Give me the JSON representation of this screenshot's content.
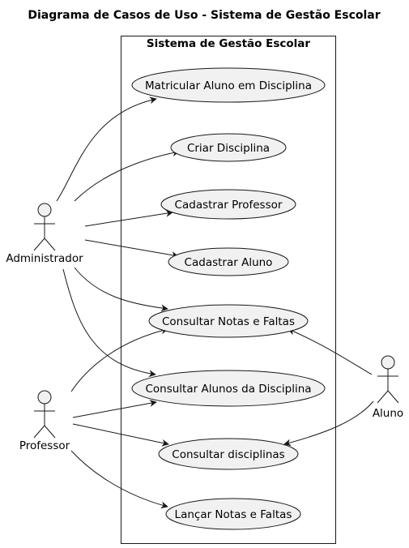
{
  "diagram": {
    "title": "Diagrama de Casos de Uso - Sistema de Gestão Escolar",
    "system_name": "Sistema de Gestão Escolar",
    "actors": {
      "admin": "Administrador",
      "professor": "Professor",
      "aluno": "Aluno"
    },
    "use_cases": {
      "matricular": "Matricular Aluno em Disciplina",
      "criar_disciplina": "Criar Disciplina",
      "cad_professor": "Cadastrar Professor",
      "cad_aluno": "Cadastrar Aluno",
      "consultar_notas": "Consultar Notas e Faltas",
      "consultar_alunos": "Consultar Alunos da Disciplina",
      "consultar_disciplinas": "Consultar disciplinas",
      "lancar_notas": "Lançar Notas e Faltas"
    },
    "colors": {
      "usecase_fill": "#f1f1f1",
      "stroke": "#181818",
      "background": "#ffffff"
    }
  }
}
